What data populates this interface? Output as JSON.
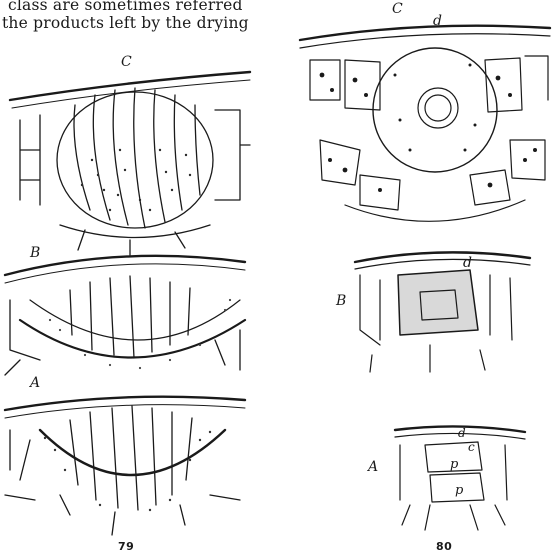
{
  "text_lines": [
    "class are sometimes referred",
    "the products left by the drying"
  ],
  "figures": {
    "fig79": {
      "number": "79",
      "panels": {
        "top": "C",
        "middle": "B",
        "bottom": "A"
      }
    },
    "fig80": {
      "number": "80",
      "panels": {
        "top": "C",
        "middle": "B",
        "bottom": "A"
      },
      "labels": {
        "top_d": "d",
        "middle_d": "d",
        "bottom_d": "d",
        "bottom_c": "c",
        "bottom_p1": "p",
        "bottom_p2": "p"
      }
    }
  }
}
